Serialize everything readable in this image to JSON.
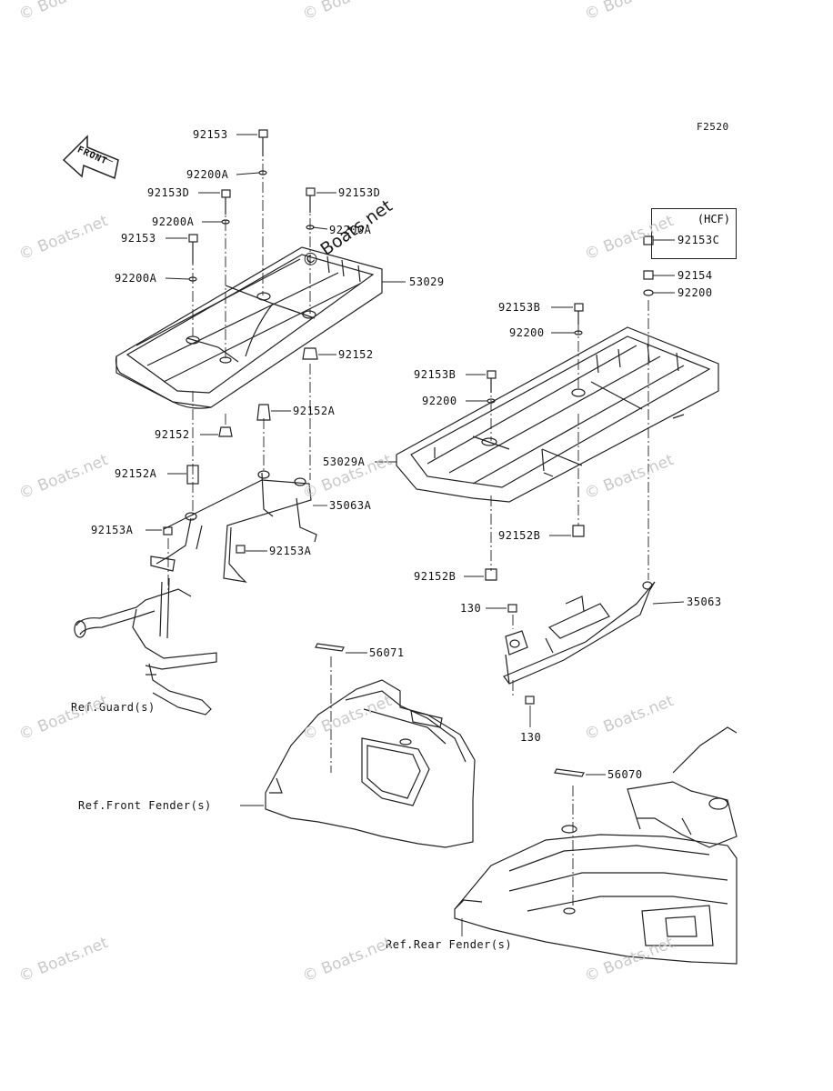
{
  "figure_code": "F2520",
  "watermark": "© Boats.net",
  "hcf_note": "(HCF)",
  "front_arrow": "FRONT",
  "labels": {
    "l_92153_top": "92153",
    "l_92200A_1": "92200A",
    "l_92153D_left": "92153D",
    "l_92153D_right": "92153D",
    "l_92200A_2": "92200A",
    "l_92200A_right": "92200A",
    "l_92153_mid": "92153",
    "l_92200A_3": "92200A",
    "l_53029": "53029",
    "l_92152_right": "92152",
    "l_92152A_right": "92152A",
    "l_92152_left": "92152",
    "l_92152A_left": "92152A",
    "l_35063A": "35063A",
    "l_92153A_left": "92153A",
    "l_92153A_right": "92153A",
    "l_92153C": "92153C",
    "l_92154": "92154",
    "l_92200_hcf": "92200",
    "l_92153B_1": "92153B",
    "l_92200_1": "92200",
    "l_92153B_2": "92153B",
    "l_92200_2": "92200",
    "l_53029A": "53029A",
    "l_92152B_1": "92152B",
    "l_92152B_2": "92152B",
    "l_130_top": "130",
    "l_35063": "35063",
    "l_130_bottom": "130",
    "l_56071": "56071",
    "l_56070": "56070",
    "l_ref_guard": "Ref.Guard(s)",
    "l_ref_front_fender": "Ref.Front Fender(s)",
    "l_ref_rear_fender": "Ref.Rear Fender(s)"
  }
}
